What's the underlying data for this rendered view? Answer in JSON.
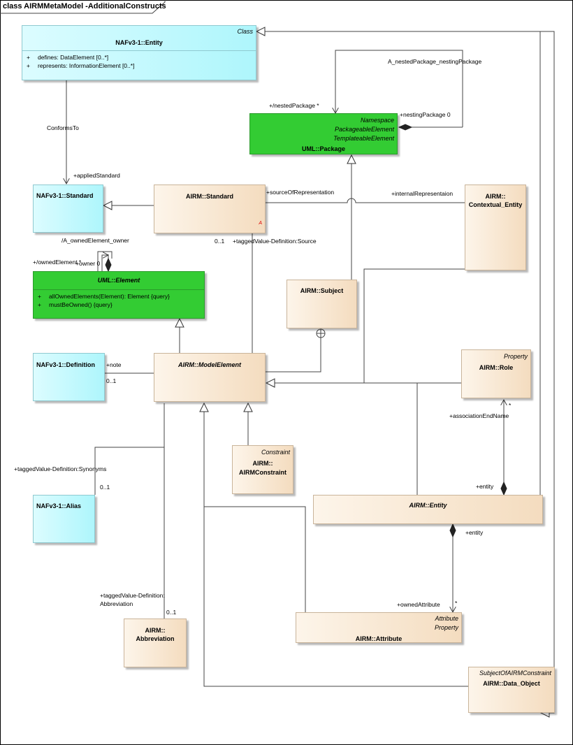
{
  "diagram": {
    "title": "class AIRMMetaModel -AdditionalConstructs",
    "classes": {
      "nafEntity": {
        "stereotype": "Class",
        "name": "NAFv3-1::Entity",
        "attributes": [
          {
            "vis": "+",
            "text": "defines: DataElement [0..*]"
          },
          {
            "vis": "+",
            "text": "represents: InformationElement [0..*]"
          }
        ]
      },
      "umlPackage": {
        "stereotypes": [
          "Namespace",
          "PackageableElement",
          "TemplateableElement"
        ],
        "name": "UML::Package"
      },
      "nafStandard": {
        "name": "NAFv3-1::Standard"
      },
      "airmStandard": {
        "name": "AIRM::Standard",
        "abstract_mark": "A"
      },
      "contextualEntity": {
        "name_line1": "AIRM::",
        "name_line2": "Contextual_Entity"
      },
      "umlElement": {
        "name": "UML::Element",
        "operations": [
          {
            "vis": "+",
            "text": "allOwnedElements(Element): Element {query}"
          },
          {
            "vis": "+",
            "text": "mustBeOwned() {query}"
          }
        ]
      },
      "subject": {
        "name": "AIRM::Subject"
      },
      "definition": {
        "name": "NAFv3-1::Definition"
      },
      "modelElement": {
        "name": "AIRM::ModelElement"
      },
      "role": {
        "stereotype": "Property",
        "name": "AIRM::Role"
      },
      "airmConstraint": {
        "stereotype": "Constraint",
        "name_line1": "AIRM::",
        "name_line2": "AIRMConstraint"
      },
      "alias": {
        "name": "NAFv3-1::Alias"
      },
      "airmEntity": {
        "name": "AIRM::Entity"
      },
      "abbreviation": {
        "name_line1": "AIRM::",
        "name_line2": "Abbreviation"
      },
      "attribute": {
        "stereotypes": [
          "Attribute",
          "Property"
        ],
        "name": "AIRM::Attribute"
      },
      "dataObject": {
        "stereotype": "SubjectOfAIRMConstraint",
        "name": "AIRM::Data_Object"
      }
    },
    "labels": {
      "nestedAssoc": "A_nestedPackage_nestingPackage",
      "nestedPackage": "+/nestedPackage *",
      "nestingPackage": "+nestingPackage 0",
      "conformsTo": "ConformsTo",
      "appliedStandard": "+appliedStandard",
      "sourceOfRepresentation": "+sourceOfRepresentation",
      "internalRepresentation": "+internalRepresentaion",
      "ownedElementOwner": "/A_ownedElement_owner",
      "ownedElement": "+/ownedElement *",
      "owner": "+owner 0",
      "sourceMult": "0..1",
      "sourceRole": "+taggedValue-Definition:Source",
      "note": "+note",
      "noteMult": "0..1",
      "associationEndMult": "*",
      "associationEndName": "+associationEndName",
      "synonyms": "+taggedValue-Definition:Synonyms",
      "synonymsMult": "0..1",
      "roleEntity": "+entity",
      "attrEntity": "+entity",
      "abbrevRole1": "+taggedValue-Definition:",
      "abbrevRole2": "Abbreviation",
      "abbrevMult": "0..1",
      "ownedAttribute": "+ownedAttribute",
      "ownedAttributeMult": "*"
    }
  }
}
